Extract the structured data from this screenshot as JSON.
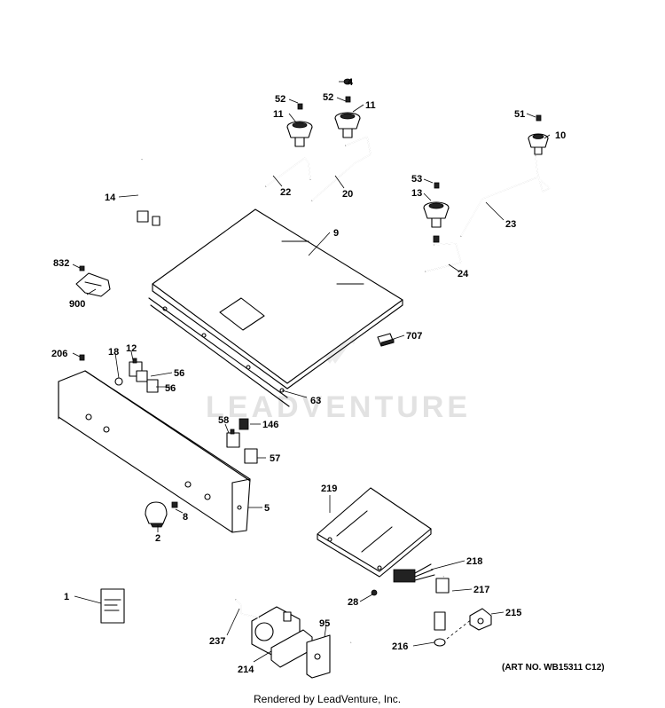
{
  "watermark": "LEADVENTURE",
  "art_number": "(ART NO. WB15311 C12)",
  "footer": "Rendered by LeadVenture, Inc.",
  "callouts": {
    "p4": "4",
    "p52a": "52",
    "p52b": "52",
    "p11a": "11",
    "p11b": "11",
    "p51": "51",
    "p10": "10",
    "p14": "14",
    "p22": "22",
    "p20": "20",
    "p53": "53",
    "p13": "13",
    "p23": "23",
    "p9": "9",
    "p832": "832",
    "p900": "900",
    "p24": "24",
    "p707": "707",
    "p206": "206",
    "p18": "18",
    "p12": "12",
    "p56a": "56",
    "p56b": "56",
    "p63": "63",
    "p58": "58",
    "p146": "146",
    "p57": "57",
    "p219": "219",
    "p5": "5",
    "p8": "8",
    "p2": "2",
    "p218": "218",
    "p1": "1",
    "p28": "28",
    "p217": "217",
    "p215": "215",
    "p95": "95",
    "p237": "237",
    "p216": "216",
    "p214": "214"
  }
}
